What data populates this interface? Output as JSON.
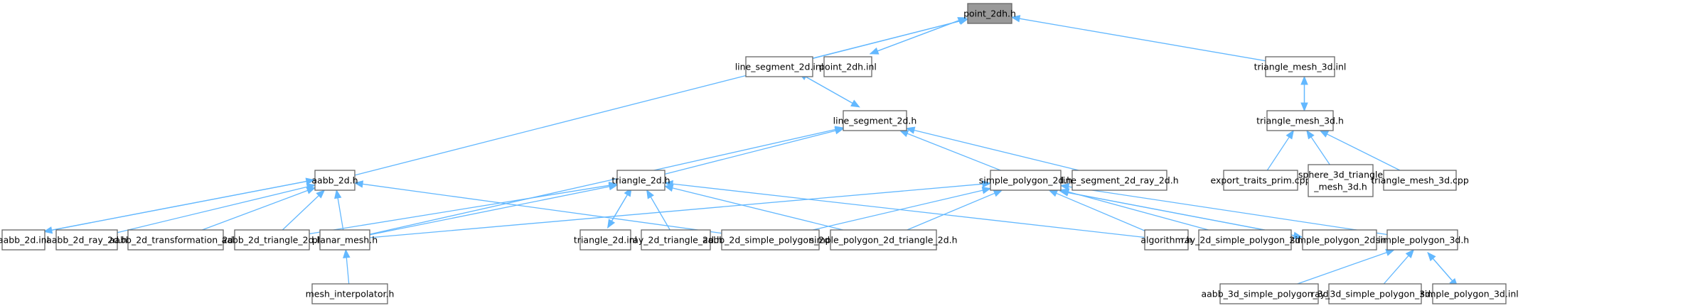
{
  "diagram": {
    "title": "point_2dh.h include dependency graph",
    "edge_color": "#63b8ff",
    "focus_fill": "#999999",
    "nodes": [
      {
        "id": "point_2dh_h",
        "label": [
          "point_2dh.h"
        ],
        "focus": true
      },
      {
        "id": "line_segment_2d_inl",
        "label": [
          "line_segment_2d.inl"
        ]
      },
      {
        "id": "point_2dh_inl",
        "label": [
          "point_2dh.inl"
        ]
      },
      {
        "id": "triangle_mesh_3d_inl",
        "label": [
          "triangle_mesh_3d.inl"
        ]
      },
      {
        "id": "line_segment_2d_h",
        "label": [
          "line_segment_2d.h"
        ]
      },
      {
        "id": "triangle_mesh_3d_h",
        "label": [
          "triangle_mesh_3d.h"
        ]
      },
      {
        "id": "aabb_2d_h",
        "label": [
          "aabb_2d.h"
        ]
      },
      {
        "id": "triangle_2d_h",
        "label": [
          "triangle_2d.h"
        ]
      },
      {
        "id": "simple_polygon_2d_h",
        "label": [
          "simple_polygon_2d.h"
        ]
      },
      {
        "id": "line_segment_2d_ray_2d_h",
        "label": [
          "line_segment_2d_ray_2d.h"
        ]
      },
      {
        "id": "export_traits_prim_cpp",
        "label": [
          "export_traits_prim.cpp"
        ]
      },
      {
        "id": "sphere_3d_triangle_mesh_3d_h",
        "label": [
          "sphere_3d_triangle",
          "_mesh_3d.h"
        ]
      },
      {
        "id": "triangle_mesh_3d_cpp",
        "label": [
          "triangle_mesh_3d.cpp"
        ]
      },
      {
        "id": "aabb_2d_inl",
        "label": [
          "aabb_2d.inl"
        ]
      },
      {
        "id": "aabb_2d_ray_2d_h",
        "label": [
          "aabb_2d_ray_2d.h"
        ]
      },
      {
        "id": "aabb_2d_transformation_2d_h",
        "label": [
          "aabb_2d_transformation_2d.h"
        ]
      },
      {
        "id": "aabb_2d_triangle_2d_h",
        "label": [
          "aabb_2d_triangle_2d.h"
        ]
      },
      {
        "id": "planar_mesh_h",
        "label": [
          "planar_mesh.h"
        ]
      },
      {
        "id": "triangle_2d_inl",
        "label": [
          "triangle_2d.inl"
        ]
      },
      {
        "id": "ray_2d_triangle_2d_h",
        "label": [
          "ray_2d_triangle_2d.h"
        ]
      },
      {
        "id": "aabb_2d_simple_polygon_2d_h",
        "label": [
          "aabb_2d_simple_polygon_2d.h"
        ]
      },
      {
        "id": "simple_polygon_2d_triangle_2d_h",
        "label": [
          "simple_polygon_2d_triangle_2d.h"
        ]
      },
      {
        "id": "algorithm_h",
        "label": [
          "algorithm.h"
        ]
      },
      {
        "id": "ray_2d_simple_polygon_2d_h",
        "label": [
          "ray_2d_simple_polygon_2d.h"
        ]
      },
      {
        "id": "simple_polygon_2d_inl",
        "label": [
          "simple_polygon_2d.inl"
        ]
      },
      {
        "id": "simple_polygon_3d_h",
        "label": [
          "simple_polygon_3d.h"
        ]
      },
      {
        "id": "mesh_interpolator_h",
        "label": [
          "mesh_interpolator.h"
        ]
      },
      {
        "id": "aabb_3d_simple_polygon_3d_h",
        "label": [
          "aabb_3d_simple_polygon_3d.h"
        ]
      },
      {
        "id": "ray_3d_simple_polygon_3d_h",
        "label": [
          "ray_3d_simple_polygon_3d.h"
        ]
      },
      {
        "id": "simple_polygon_3d_inl",
        "label": [
          "simple_polygon_3d.inl"
        ]
      }
    ],
    "edges": [
      {
        "from": "aabb_2d_h",
        "to": "point_2dh_h"
      },
      {
        "from": "line_segment_2d_inl",
        "to": "point_2dh_h"
      },
      {
        "from": "point_2dh_inl",
        "to": "point_2dh_h"
      },
      {
        "from": "point_2dh_h",
        "to": "point_2dh_inl"
      },
      {
        "from": "triangle_mesh_3d_inl",
        "to": "point_2dh_h"
      },
      {
        "from": "line_segment_2d_h",
        "to": "line_segment_2d_inl"
      },
      {
        "from": "line_segment_2d_inl",
        "to": "line_segment_2d_h"
      },
      {
        "from": "triangle_mesh_3d_h",
        "to": "triangle_mesh_3d_inl"
      },
      {
        "from": "triangle_mesh_3d_inl",
        "to": "triangle_mesh_3d_h"
      },
      {
        "from": "triangle_2d_h",
        "to": "line_segment_2d_h"
      },
      {
        "from": "simple_polygon_2d_h",
        "to": "line_segment_2d_h"
      },
      {
        "from": "line_segment_2d_ray_2d_h",
        "to": "line_segment_2d_h"
      },
      {
        "from": "planar_mesh_h",
        "to": "line_segment_2d_h"
      },
      {
        "from": "export_traits_prim_cpp",
        "to": "triangle_mesh_3d_h"
      },
      {
        "from": "sphere_3d_triangle_mesh_3d_h",
        "to": "triangle_mesh_3d_h"
      },
      {
        "from": "triangle_mesh_3d_cpp",
        "to": "triangle_mesh_3d_h"
      },
      {
        "from": "aabb_2d_inl",
        "to": "aabb_2d_h"
      },
      {
        "from": "aabb_2d_h",
        "to": "aabb_2d_inl"
      },
      {
        "from": "aabb_2d_ray_2d_h",
        "to": "aabb_2d_h"
      },
      {
        "from": "aabb_2d_transformation_2d_h",
        "to": "aabb_2d_h"
      },
      {
        "from": "aabb_2d_triangle_2d_h",
        "to": "aabb_2d_h"
      },
      {
        "from": "planar_mesh_h",
        "to": "aabb_2d_h"
      },
      {
        "from": "aabb_2d_simple_polygon_2d_h",
        "to": "aabb_2d_h"
      },
      {
        "from": "aabb_2d_triangle_2d_h",
        "to": "triangle_2d_h"
      },
      {
        "from": "planar_mesh_h",
        "to": "triangle_2d_h"
      },
      {
        "from": "triangle_2d_inl",
        "to": "triangle_2d_h"
      },
      {
        "from": "triangle_2d_h",
        "to": "triangle_2d_inl"
      },
      {
        "from": "ray_2d_triangle_2d_h",
        "to": "triangle_2d_h"
      },
      {
        "from": "simple_polygon_2d_triangle_2d_h",
        "to": "triangle_2d_h"
      },
      {
        "from": "algorithm_h",
        "to": "triangle_2d_h"
      },
      {
        "from": "planar_mesh_h",
        "to": "simple_polygon_2d_h"
      },
      {
        "from": "aabb_2d_simple_polygon_2d_h",
        "to": "simple_polygon_2d_h"
      },
      {
        "from": "simple_polygon_2d_triangle_2d_h",
        "to": "simple_polygon_2d_h"
      },
      {
        "from": "algorithm_h",
        "to": "simple_polygon_2d_h"
      },
      {
        "from": "ray_2d_simple_polygon_2d_h",
        "to": "simple_polygon_2d_h"
      },
      {
        "from": "simple_polygon_2d_inl",
        "to": "simple_polygon_2d_h"
      },
      {
        "from": "simple_polygon_2d_h",
        "to": "simple_polygon_2d_inl"
      },
      {
        "from": "simple_polygon_3d_h",
        "to": "simple_polygon_2d_h"
      },
      {
        "from": "mesh_interpolator_h",
        "to": "planar_mesh_h"
      },
      {
        "from": "aabb_3d_simple_polygon_3d_h",
        "to": "simple_polygon_3d_h"
      },
      {
        "from": "ray_3d_simple_polygon_3d_h",
        "to": "simple_polygon_3d_h"
      },
      {
        "from": "simple_polygon_3d_inl",
        "to": "simple_polygon_3d_h"
      },
      {
        "from": "simple_polygon_3d_h",
        "to": "simple_polygon_3d_inl"
      }
    ]
  }
}
